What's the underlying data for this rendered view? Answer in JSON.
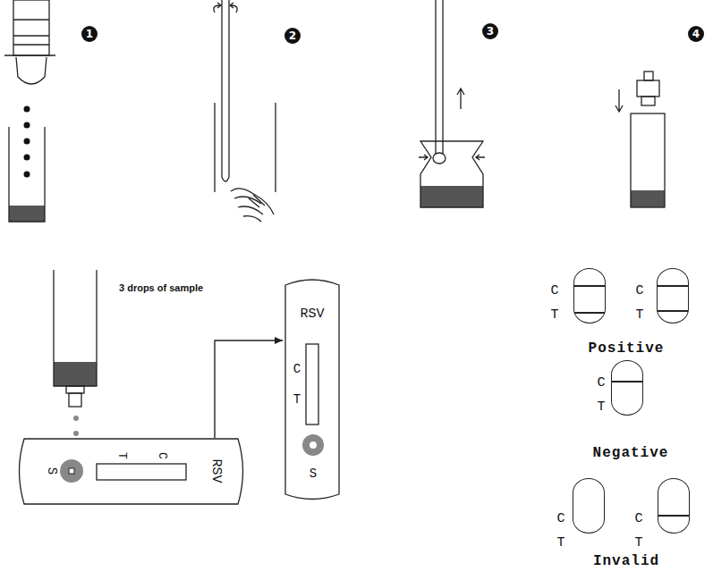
{
  "diagram": {
    "nodes": [
      {
        "text": [
          "S",
          "T",
          "C",
          "RSV"
        ]
      },
      {
        "text": [
          "RSV",
          "C",
          "T",
          "S"
        ]
      },
      {
        "text": [
          "C",
          "T"
        ]
      },
      {
        "text": [
          "C",
          "T"
        ]
      },
      {
        "text": [
          "C",
          "T"
        ]
      },
      {
        "text": [
          "C",
          "T"
        ]
      },
      {
        "text": [
          "C",
          "T"
        ]
      }
    ],
    "edges": [
      {
        "from": 0,
        "to": 1,
        "arrow": "to"
      }
    ],
    "labels": [
      "1",
      "2",
      "3",
      "4",
      "3 drops of sample",
      "Positive",
      "Negative",
      "Invalid"
    ]
  }
}
